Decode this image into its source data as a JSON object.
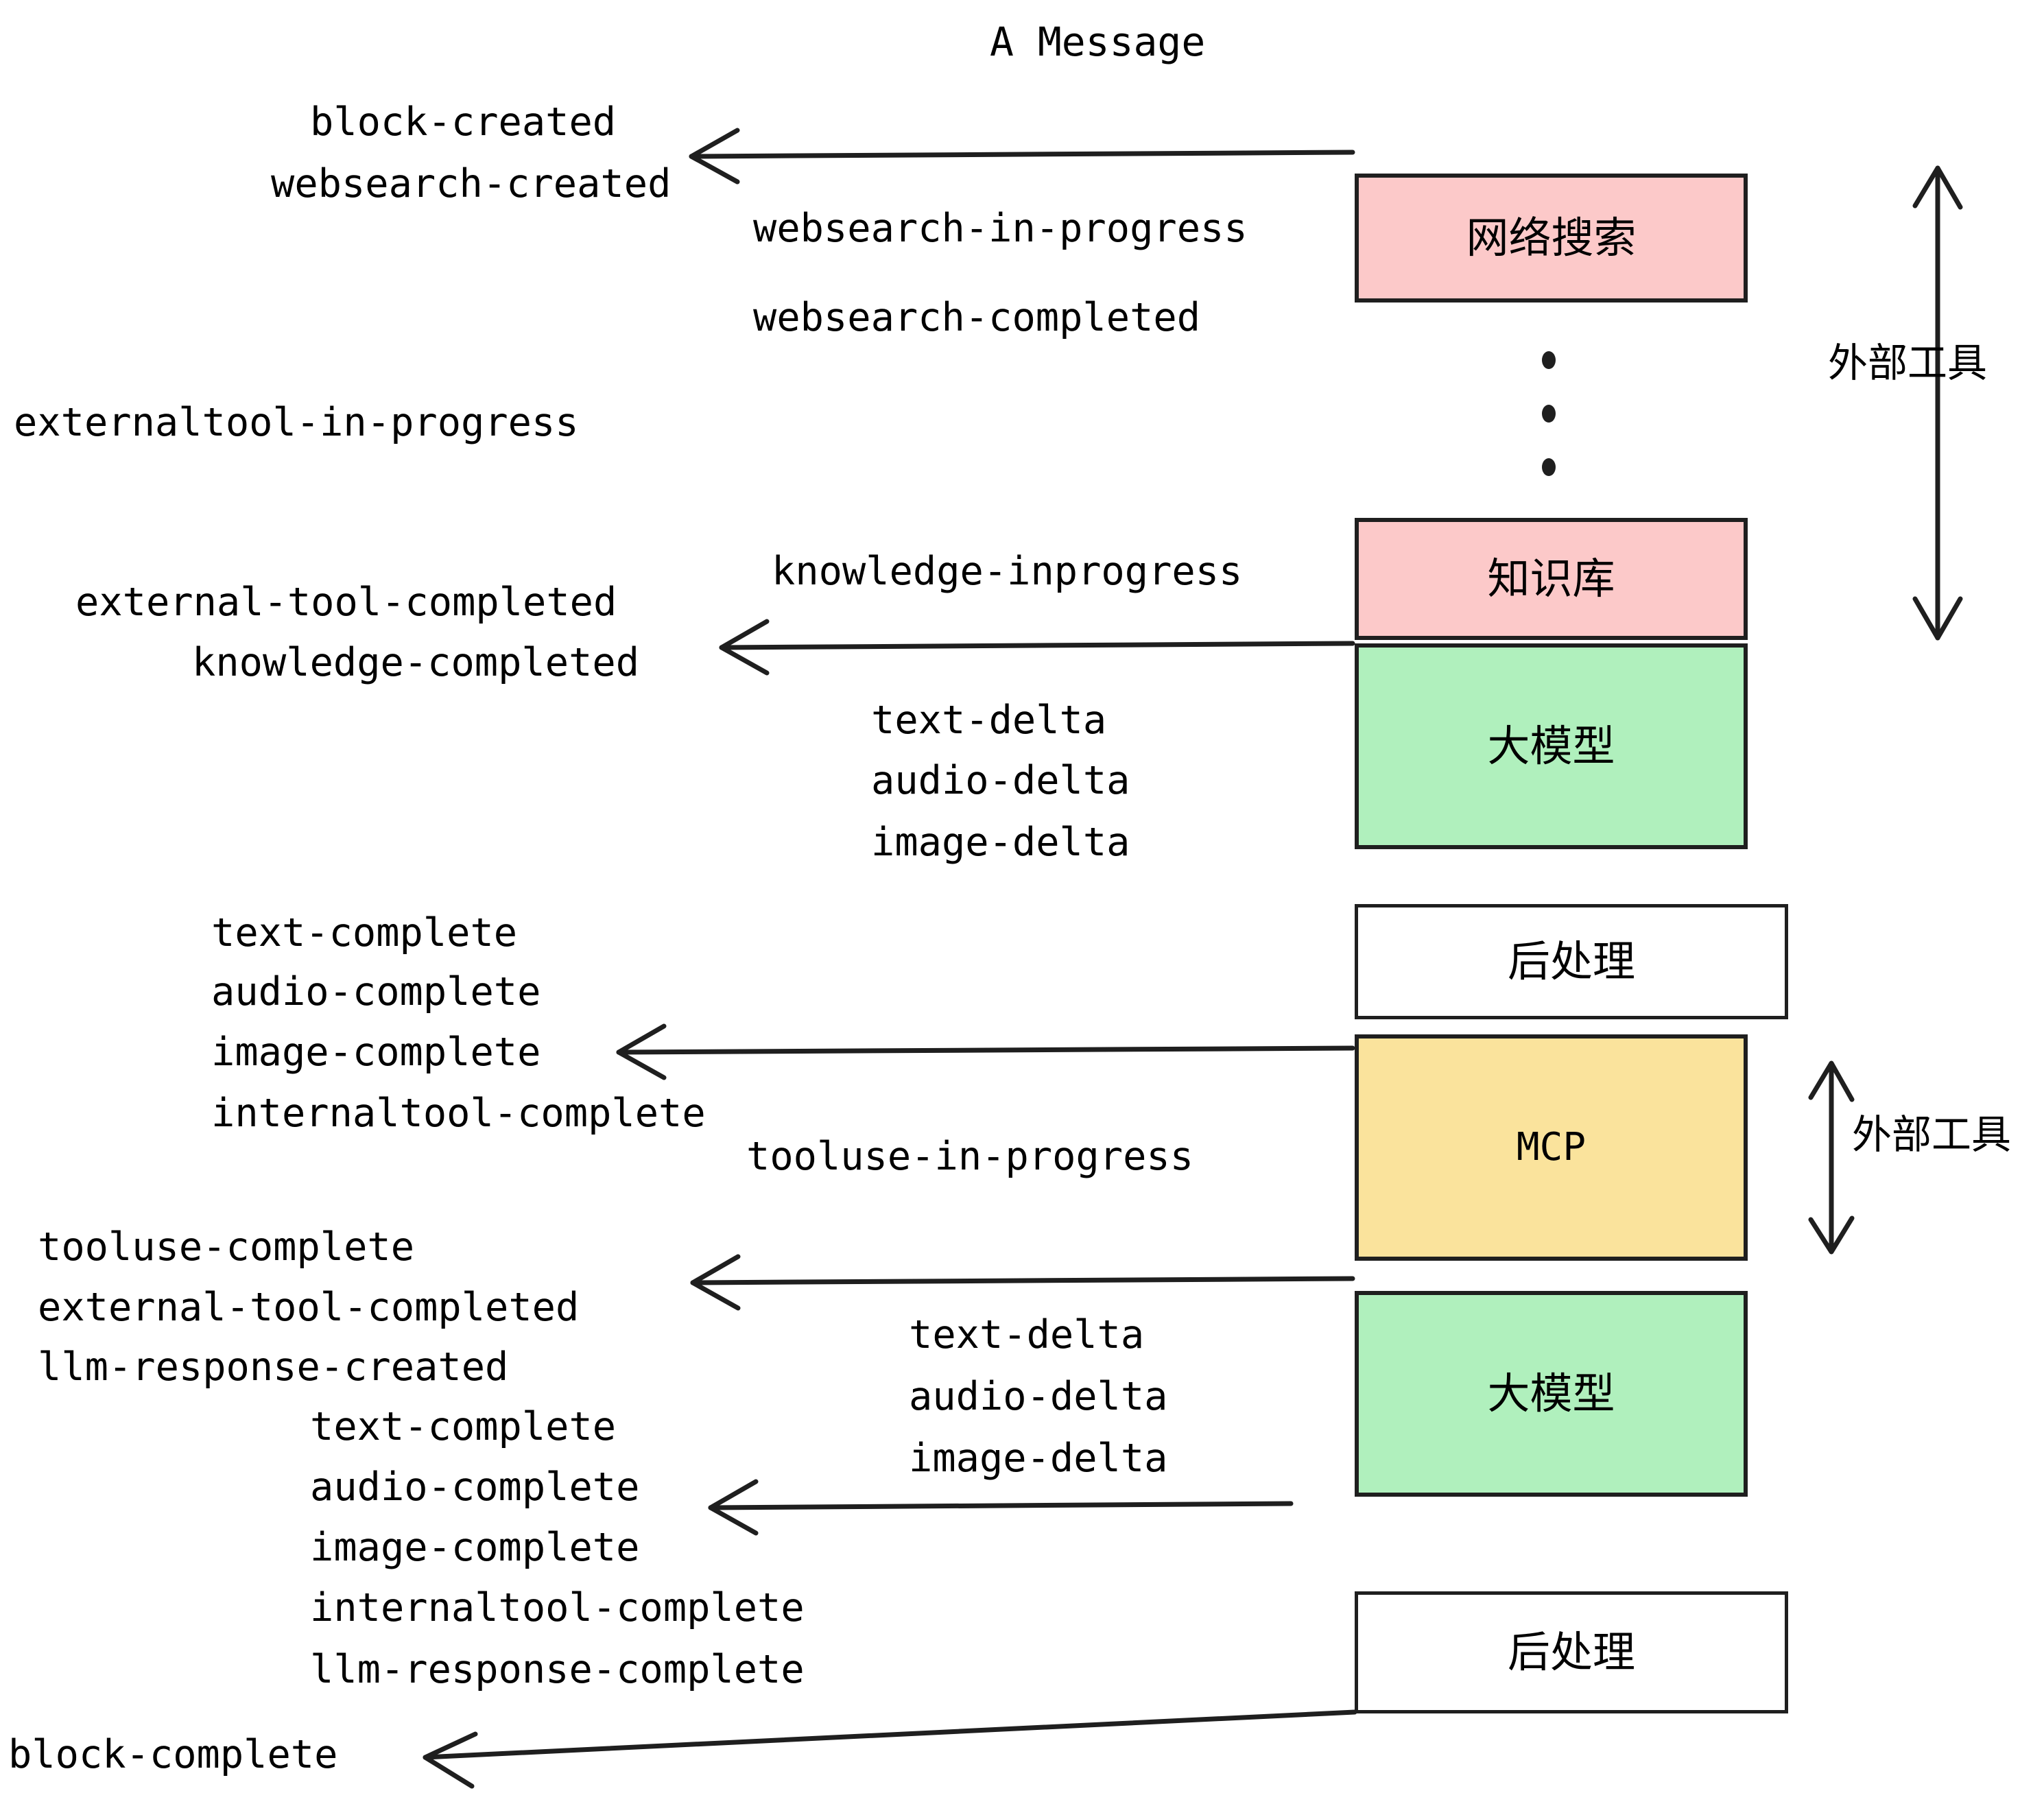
{
  "title": "A Message",
  "colors": {
    "pink": "#fcc9c9",
    "green": "#b0f0bd",
    "yellow": "#fae39c",
    "white": "#ffffff",
    "stroke": "#1f1f1f"
  },
  "boxes": [
    {
      "id": "websearch",
      "label": "网络搜索",
      "fill": "pink",
      "latin": false
    },
    {
      "id": "knowledge",
      "label": "知识库",
      "fill": "pink",
      "latin": false
    },
    {
      "id": "llm-1",
      "label": "大模型",
      "fill": "green",
      "latin": false
    },
    {
      "id": "postprocess-1",
      "label": "后处理",
      "fill": "white",
      "latin": false
    },
    {
      "id": "mcp",
      "label": "MCP",
      "fill": "yellow",
      "latin": true
    },
    {
      "id": "llm-2",
      "label": "大模型",
      "fill": "green",
      "latin": false
    },
    {
      "id": "postprocess-2",
      "label": "后处理",
      "fill": "white",
      "latin": false
    }
  ],
  "side_labels": [
    {
      "id": "external-tool-upper",
      "text": "外部工具"
    },
    {
      "id": "external-tool-lower",
      "text": "外部工具"
    }
  ],
  "events": [
    {
      "id": "block-created",
      "text": "block-created"
    },
    {
      "id": "websearch-created",
      "text": "websearch-created"
    },
    {
      "id": "websearch-in-progress",
      "text": "websearch-in-progress"
    },
    {
      "id": "websearch-completed",
      "text": "websearch-completed"
    },
    {
      "id": "externaltool-in-progress",
      "text": "externaltool-in-progress"
    },
    {
      "id": "knowledge-inprogress",
      "text": "knowledge-inprogress"
    },
    {
      "id": "external-tool-completed-1",
      "text": "external-tool-completed"
    },
    {
      "id": "knowledge-completed",
      "text": "knowledge-completed"
    },
    {
      "id": "text-delta-1",
      "text": "text-delta"
    },
    {
      "id": "audio-delta-1",
      "text": "audio-delta"
    },
    {
      "id": "image-delta-1",
      "text": "image-delta"
    },
    {
      "id": "text-complete-1",
      "text": "text-complete"
    },
    {
      "id": "audio-complete-1",
      "text": "audio-complete"
    },
    {
      "id": "image-complete-1",
      "text": "image-complete"
    },
    {
      "id": "internaltool-complete-1",
      "text": "internaltool-complete"
    },
    {
      "id": "tooluse-in-progress",
      "text": "tooluse-in-progress"
    },
    {
      "id": "tooluse-complete",
      "text": "tooluse-complete"
    },
    {
      "id": "external-tool-completed-2",
      "text": "external-tool-completed"
    },
    {
      "id": "llm-response-created",
      "text": "llm-response-created"
    },
    {
      "id": "text-delta-2",
      "text": "text-delta"
    },
    {
      "id": "audio-delta-2",
      "text": "audio-delta"
    },
    {
      "id": "image-delta-2",
      "text": "image-delta"
    },
    {
      "id": "text-complete-2",
      "text": "text-complete"
    },
    {
      "id": "audio-complete-2",
      "text": "audio-complete"
    },
    {
      "id": "image-complete-2",
      "text": "image-complete"
    },
    {
      "id": "internaltool-complete-2",
      "text": "internaltool-complete"
    },
    {
      "id": "llm-response-complete",
      "text": "llm-response-complete"
    },
    {
      "id": "block-complete",
      "text": "block-complete"
    }
  ]
}
